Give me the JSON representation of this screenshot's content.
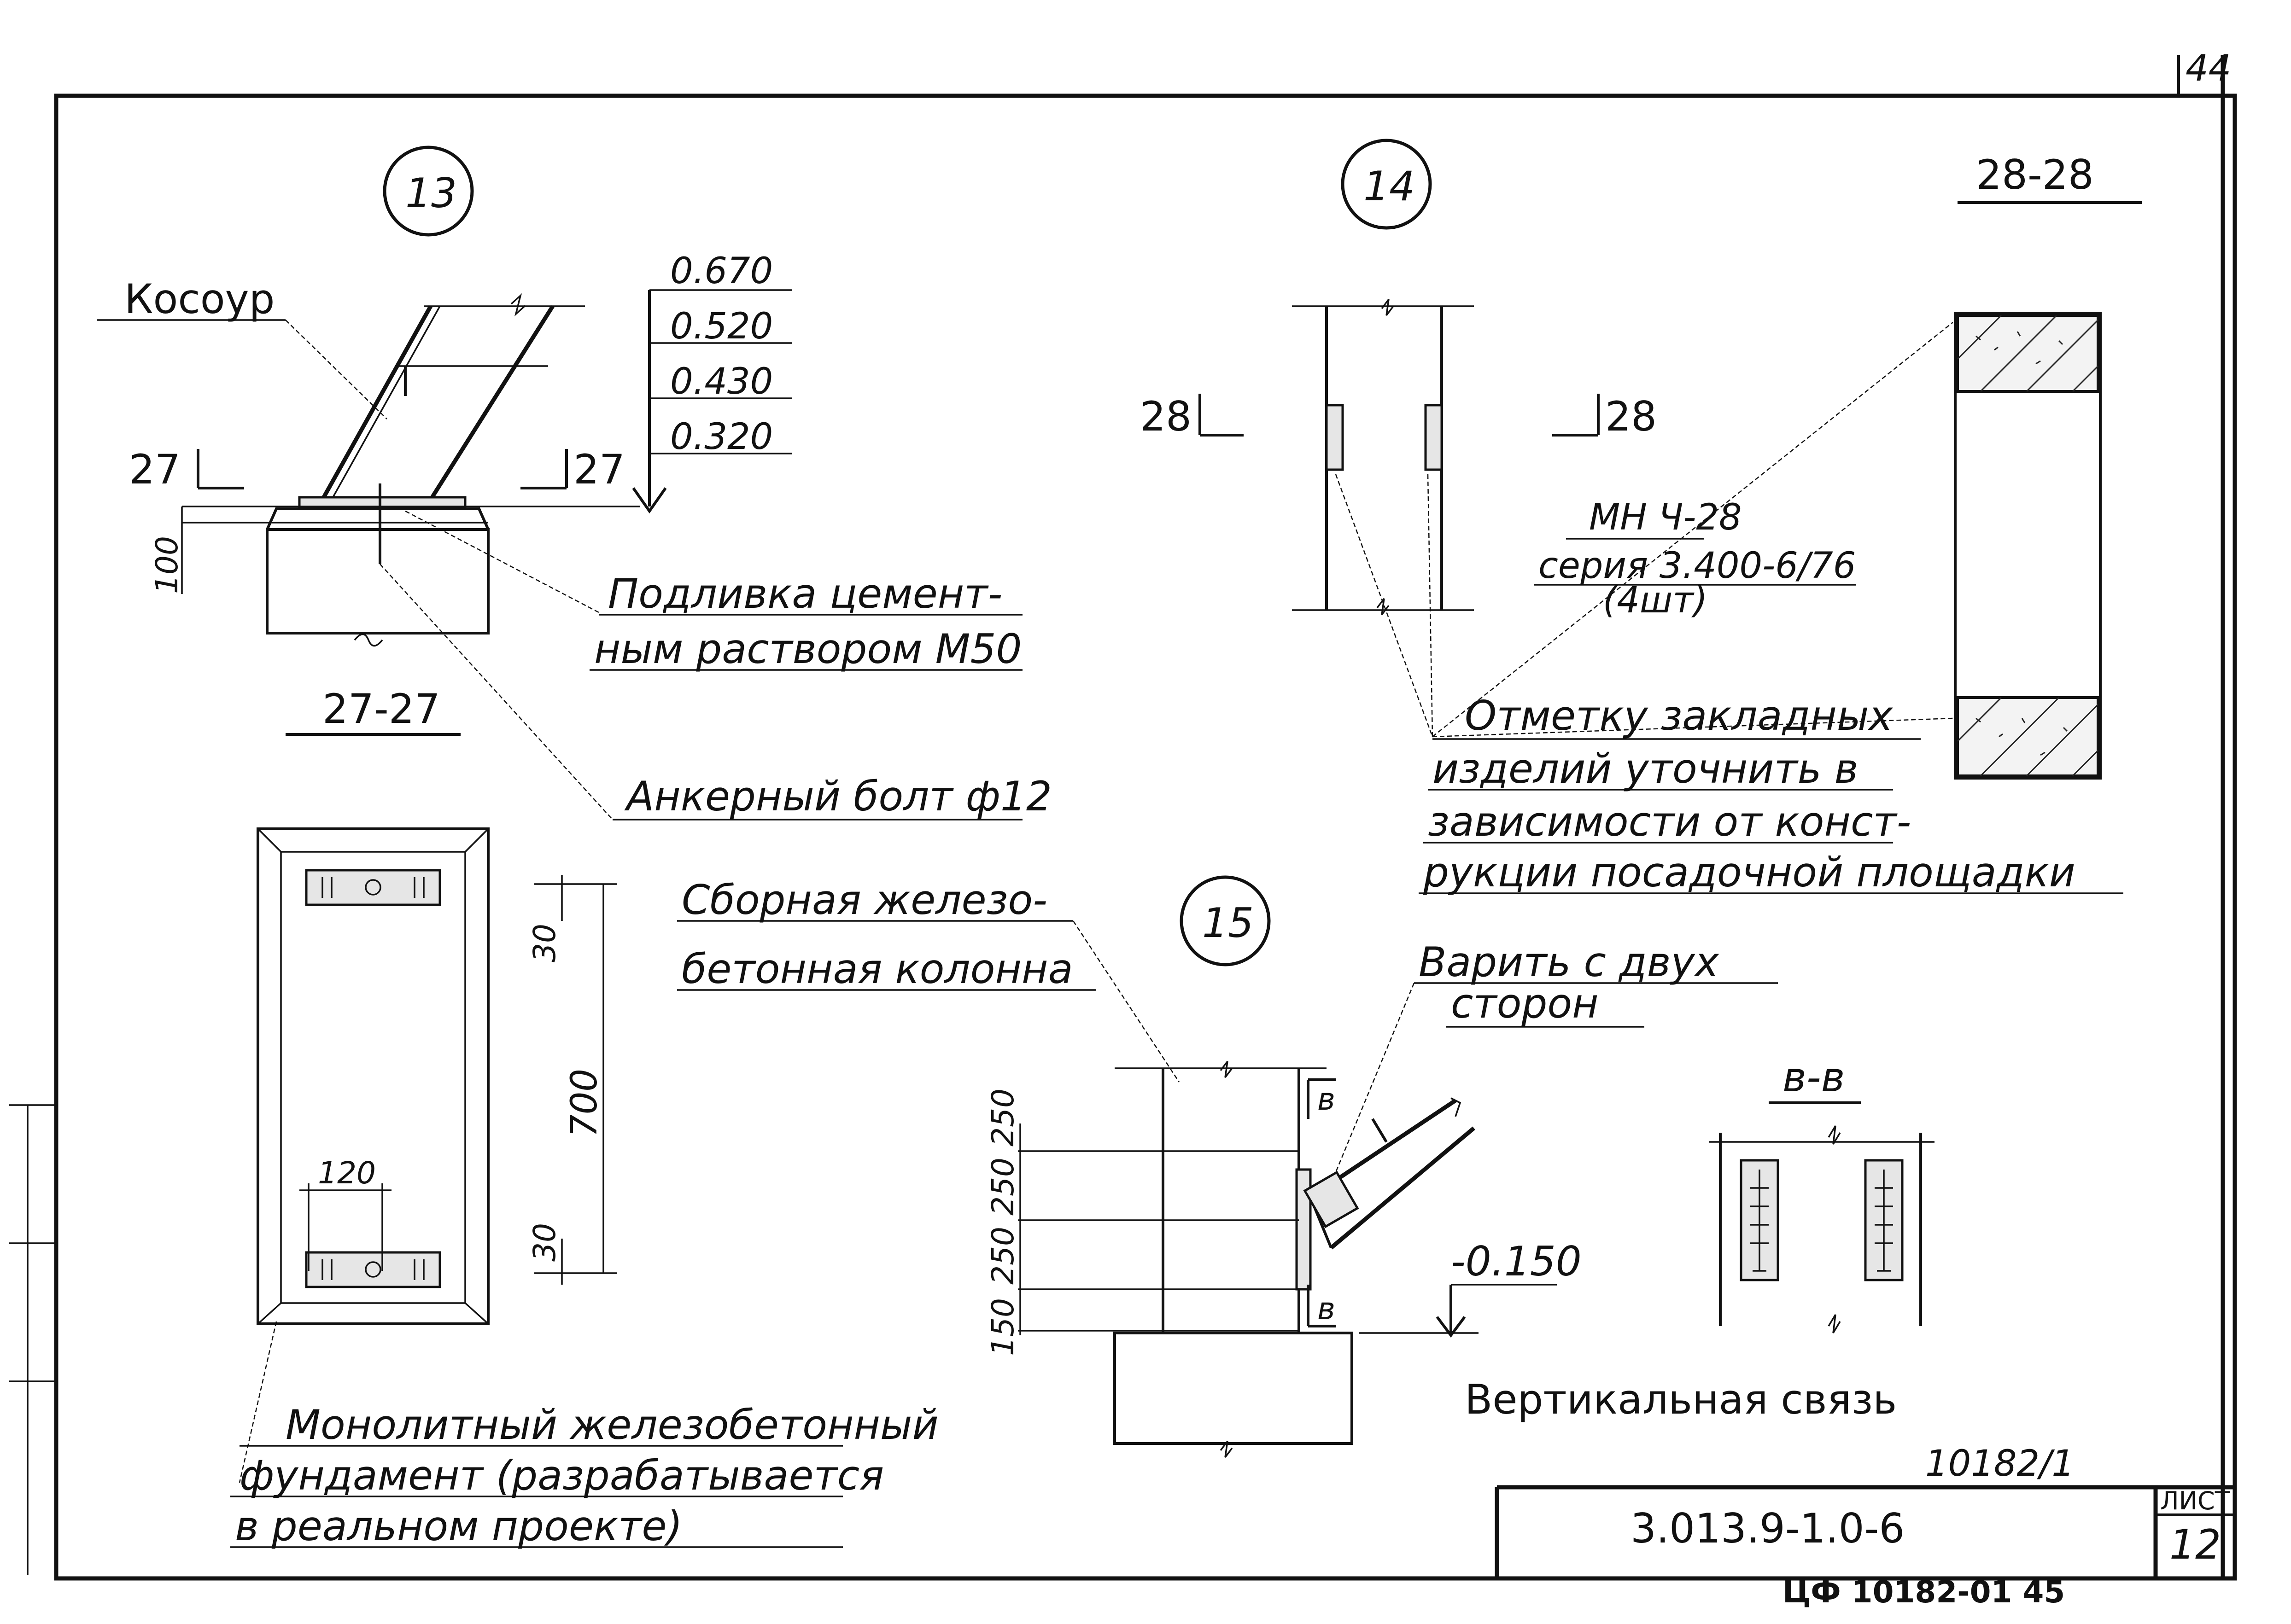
{
  "sheet": {
    "corner_number": "44",
    "doc_number": "10182/1",
    "designation": "3.013.9-1.0-6",
    "sheet_label": "ЛИСТ",
    "sheet_number": "12",
    "archive_stamp": "ЦФ 10182-01   45"
  },
  "node13": {
    "marker": "13",
    "stringer_label": "Косоур",
    "elevations": [
      "0.670",
      "0.520",
      "0.430",
      "0.320"
    ],
    "section_cut_left": "27",
    "section_cut_right": "27",
    "dim_height": "100",
    "grout_note_line1": "Подливка цемент-",
    "grout_note_line2": "ным раствором М50",
    "anchor_note": "Анкерный болт ф12",
    "section_title": "27-27",
    "dim_30_top": "30",
    "dim_700": "700",
    "dim_120": "120",
    "dim_30_bottom": "30",
    "foundation_line1": "Монолитный железобетонный",
    "foundation_line2": "фундамент (разрабатывается",
    "foundation_line3": "в реальном проекте)"
  },
  "node14": {
    "marker": "14",
    "section_cut_left": "28",
    "section_cut_right": "28",
    "section_title": "28-28",
    "part_code": "МН Ч-28",
    "part_series": "серия 3.400-6/76",
    "part_qty": "(4шт)",
    "embed_note_line1": "Отметку закладных",
    "embed_note_line2": "изделий уточнить в",
    "embed_note_line3": "зависимости от конст-",
    "embed_note_line4": "рукции посадочной площадки"
  },
  "node15": {
    "marker": "15",
    "column_line1": "Сборная железо-",
    "column_line2": "бетонная колонна",
    "weld_line1": "Варить с двух",
    "weld_line2": "сторон",
    "cut_label": "в",
    "dims": [
      "250",
      "250",
      "250",
      "150"
    ],
    "elevation": "-0.150",
    "section_title": "в-в",
    "caption": "Вертикальная связь"
  }
}
